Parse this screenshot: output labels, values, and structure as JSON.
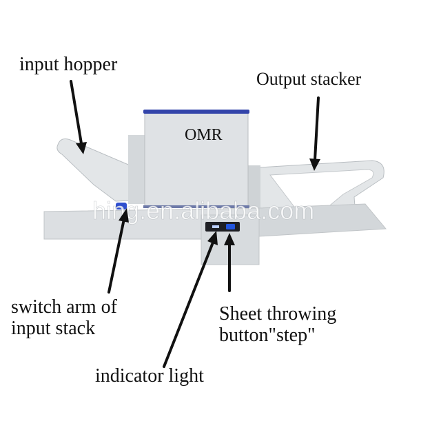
{
  "labels": {
    "input_hopper": "input hopper",
    "output_stacker": "Output stacker",
    "switch_arm": [
      "switch arm of",
      "input stack"
    ],
    "sheet_throwing": [
      "Sheet throwing",
      "button\"step\""
    ],
    "indicator_light": "indicator light"
  },
  "device": {
    "front_label": "OMR"
  },
  "watermark": "hing.en.alibaba.com",
  "colors": {
    "body": "#dcdfe2",
    "body_shade": "#c6cacd",
    "trim_blue": "#3344aa",
    "indicator_blue": "#2255dd",
    "arrow": "#111111"
  }
}
